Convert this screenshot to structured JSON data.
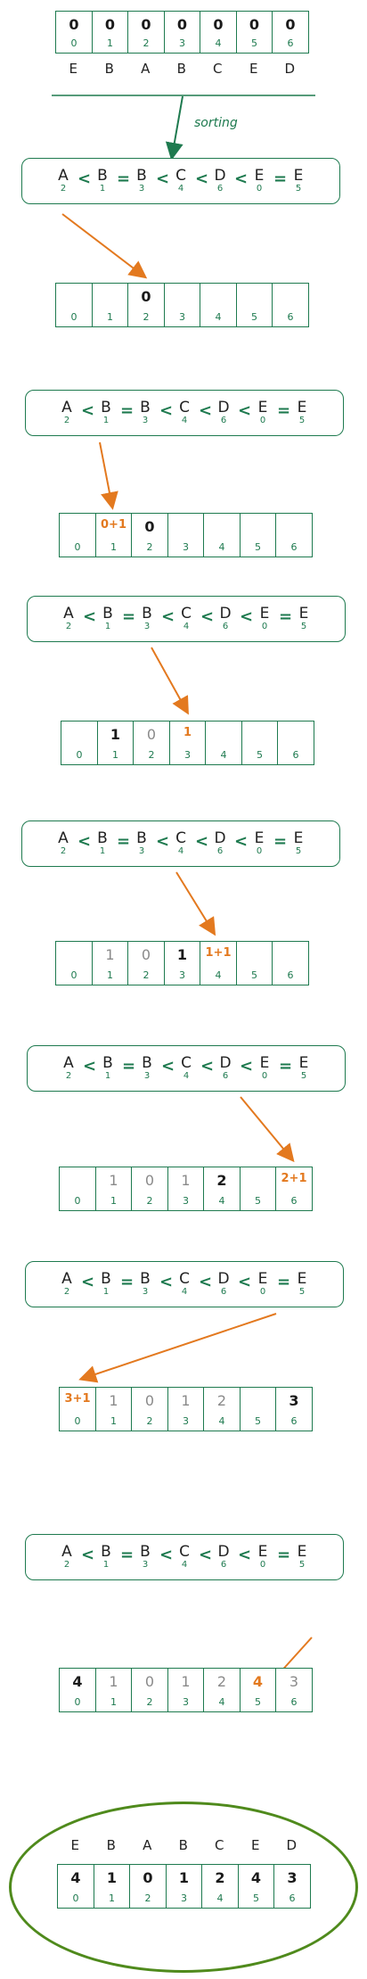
{
  "input": {
    "counts": [
      "0",
      "0",
      "0",
      "0",
      "0",
      "0",
      "0"
    ],
    "indices": [
      "0",
      "1",
      "2",
      "3",
      "4",
      "5",
      "6"
    ],
    "letters": [
      "E",
      "B",
      "A",
      "B",
      "C",
      "E",
      "D"
    ]
  },
  "sorting_label": "sorting",
  "sorted": {
    "tokens": [
      {
        "letter": "A",
        "index": "2"
      },
      {
        "letter": "B",
        "index": "1"
      },
      {
        "letter": "B",
        "index": "3"
      },
      {
        "letter": "C",
        "index": "4"
      },
      {
        "letter": "D",
        "index": "6"
      },
      {
        "letter": "E",
        "index": "0"
      },
      {
        "letter": "E",
        "index": "5"
      }
    ],
    "ops": [
      "<",
      "=",
      "<",
      "<",
      "<",
      "="
    ]
  },
  "steps": [
    {
      "counts": [
        "",
        "",
        "0",
        "",
        "",
        "",
        ""
      ]
    },
    {
      "counts": [
        "",
        "0+1",
        "0",
        "",
        "",
        "",
        ""
      ]
    },
    {
      "counts": [
        "",
        "1",
        "0",
        "1",
        "",
        "",
        ""
      ]
    },
    {
      "counts": [
        "",
        "1",
        "0",
        "1",
        "1+1",
        "",
        ""
      ]
    },
    {
      "counts": [
        "",
        "1",
        "0",
        "1",
        "2",
        "",
        "2+1"
      ]
    },
    {
      "counts": [
        "3+1",
        "1",
        "0",
        "1",
        "2",
        "",
        "3"
      ]
    },
    {
      "counts": [
        "4",
        "1",
        "0",
        "1",
        "2",
        "4",
        "3"
      ]
    }
  ],
  "result": {
    "letters": [
      "E",
      "B",
      "A",
      "B",
      "C",
      "E",
      "D"
    ],
    "counts": [
      "4",
      "1",
      "0",
      "1",
      "2",
      "4",
      "3"
    ],
    "indices": [
      "0",
      "1",
      "2",
      "3",
      "4",
      "5",
      "6"
    ]
  },
  "colors": {
    "green": "#1e7a4f",
    "orange": "#e3791f",
    "ellipse": "#4f8a1c"
  }
}
